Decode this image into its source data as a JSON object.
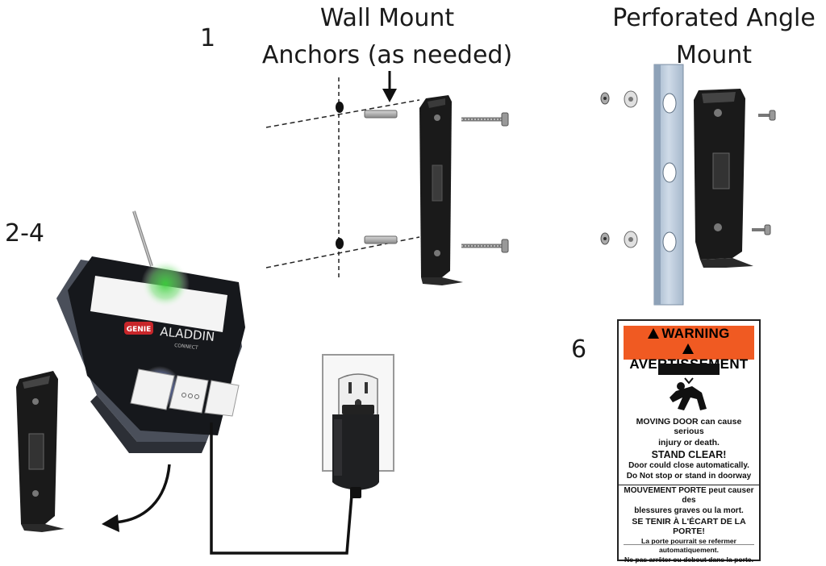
{
  "steps": {
    "step1": "1",
    "step2_4": "2-4",
    "step6": "6"
  },
  "headings": {
    "wall_mount_line1": "Wall Mount",
    "wall_mount_line2": "Anchors (as needed)",
    "angle_mount_line1": "Perforated Angle",
    "angle_mount_line2": "Mount"
  },
  "device": {
    "brand_logo": "GENIE",
    "product_name": "ALADDIN",
    "product_sub": "CONNECT",
    "indicator_color": "#3fd13f",
    "button_glow_color": "#4a72ff"
  },
  "warning_label": {
    "title_en": "WARNING",
    "title_fr": "AVERTISSEMENT",
    "band_color": "#f05a22",
    "en_line1": "MOVING DOOR can cause serious",
    "en_line2": "injury or death.",
    "en_stand_clear": "STAND CLEAR!",
    "en_line3": "Door could close automatically.",
    "en_line4": "Do Not stop or stand in doorway",
    "fr_line1": "MOUVEMENT PORTE peut causer des",
    "fr_line2": "blessures graves ou la mort.",
    "fr_stand_clear": "SE TENIR À L'ÉCART DE LA PORTE!",
    "fr_line3": "La porte pourrait se refermer automatiquement.",
    "fr_line4": "Ne pas arrêter ou debout dans la porte."
  },
  "icons": [
    "down-arrow-icon",
    "curved-arrow-icon",
    "warning-triangle-icon",
    "person-crushed-icon"
  ]
}
